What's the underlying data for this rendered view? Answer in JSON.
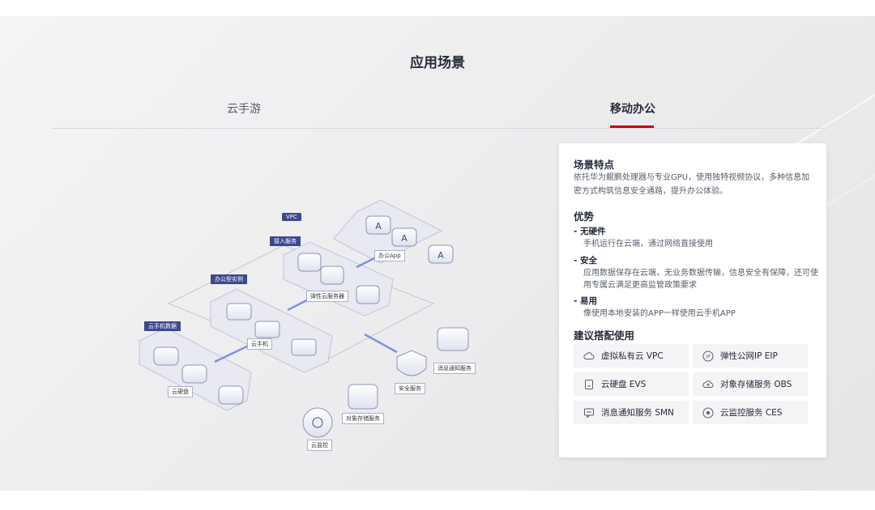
{
  "page": {
    "title": "应用场景"
  },
  "tabs": [
    {
      "label": "云手游",
      "active": false
    },
    {
      "label": "移动办公",
      "active": true
    }
  ],
  "diagram": {
    "labels": {
      "vpc": "VPC",
      "access": "接入服务",
      "office_instance": "办公型实例",
      "phone_data": "云手机数据",
      "office_app": "办公App",
      "ecs": "弹性云服务器",
      "phone": "云手机",
      "disk": "云硬盘",
      "security": "安全服务",
      "smn": "消息通知服务",
      "obs": "对象存储服务",
      "monitor": "云监控"
    }
  },
  "card": {
    "features_title": "场景特点",
    "features_desc": "依托华为鲲鹏处理器与专业GPU，使用独特视频协议，多种信息加密方式构筑信息安全通路，提升办公体验。",
    "advantages_title": "优势",
    "advantages": [
      {
        "title": "- 无硬件",
        "desc": "手机运行在云端，通过网络直接使用"
      },
      {
        "title": "- 安全",
        "desc": "应用数据保存在云端，无业务数据传输，信息安全有保障，还可使用专属云满足更高监管政策要求"
      },
      {
        "title": "- 易用",
        "desc": "像使用本地安装的APP一样使用云手机APP"
      }
    ],
    "recommend_title": "建议搭配使用",
    "products": [
      {
        "icon": "cloud-network-icon",
        "label": "虚拟私有云 VPC"
      },
      {
        "icon": "ip-icon",
        "label": "弹性公网IP EIP"
      },
      {
        "icon": "disk-icon",
        "label": "云硬盘 EVS"
      },
      {
        "icon": "cloud-storage-icon",
        "label": "对象存储服务 OBS"
      },
      {
        "icon": "message-icon",
        "label": "消息通知服务 SMN"
      },
      {
        "icon": "monitor-icon",
        "label": "云监控服务 CES"
      }
    ]
  },
  "colors": {
    "accent": "#c7000b",
    "diagram_blue": "#5a6fd6",
    "label_navy": "#3b4a8c"
  }
}
